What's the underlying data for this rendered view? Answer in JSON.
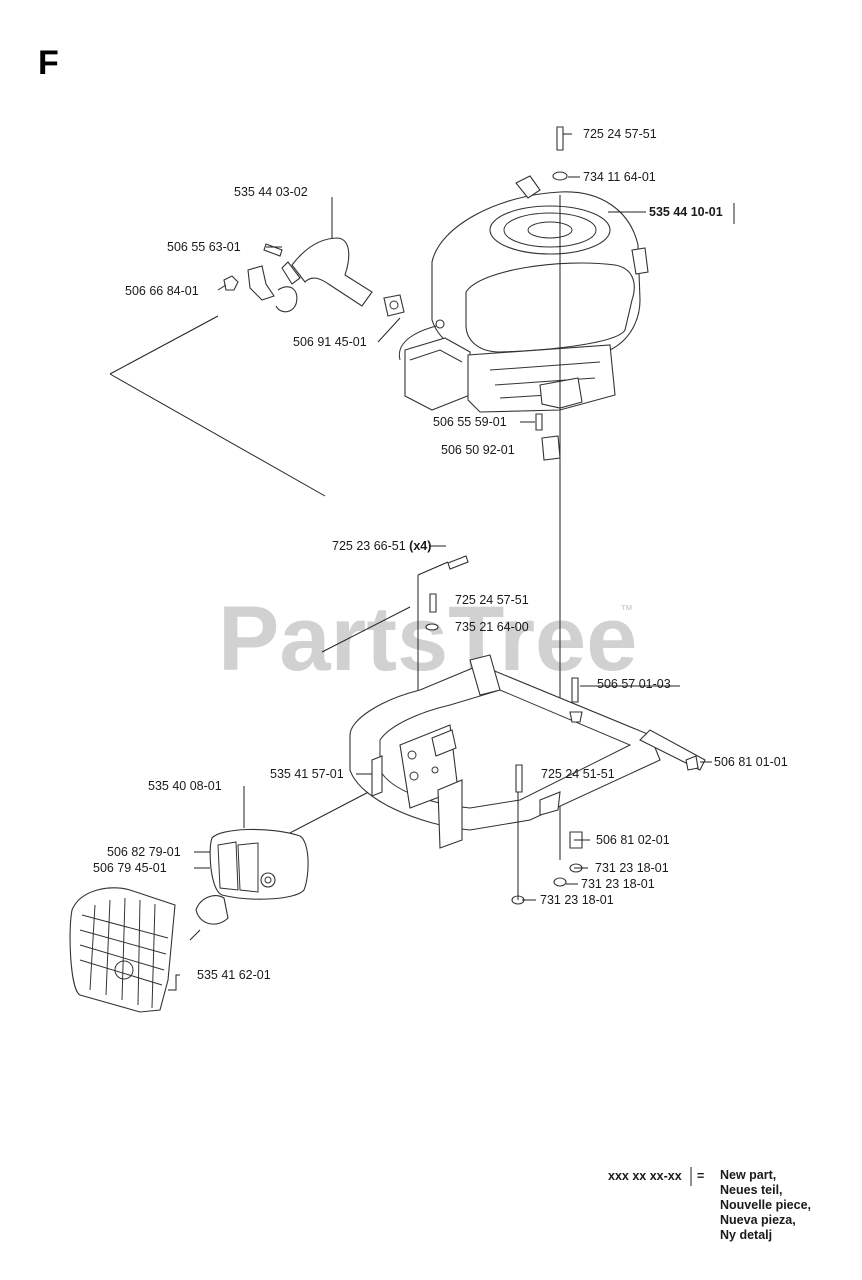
{
  "section_letter": "F",
  "watermark": "PartsTree",
  "watermark_tm": "™",
  "parts": [
    {
      "id": "p1",
      "label": "725 24 57-51",
      "bold": false
    },
    {
      "id": "p2",
      "label": "734 11 64-01",
      "bold": false
    },
    {
      "id": "p3",
      "label": "535 44 10-01",
      "bold": true,
      "new_part": true
    },
    {
      "id": "p4",
      "label": "535 44 03-02",
      "bold": false
    },
    {
      "id": "p5",
      "label": "506 55 63-01",
      "bold": false
    },
    {
      "id": "p6",
      "label": "506 66 84-01",
      "bold": false
    },
    {
      "id": "p7",
      "label": "506 91 45-01",
      "bold": false
    },
    {
      "id": "p8",
      "label": "506 55 59-01",
      "bold": false
    },
    {
      "id": "p9",
      "label": "506 50 92-01",
      "bold": false
    },
    {
      "id": "p10",
      "label": "725 23 66-51",
      "qty": "(x4)",
      "bold": false
    },
    {
      "id": "p11",
      "label": "725 24 57-51",
      "bold": false
    },
    {
      "id": "p12",
      "label": "735 21 64-00",
      "bold": false
    },
    {
      "id": "p13",
      "label": "506 57 01-03",
      "bold": false
    },
    {
      "id": "p14",
      "label": "506 81 01-01",
      "bold": false
    },
    {
      "id": "p15",
      "label": "535 41 57-01",
      "bold": false
    },
    {
      "id": "p16",
      "label": "725 24 51-51",
      "bold": false
    },
    {
      "id": "p17",
      "label": "535 40 08-01",
      "bold": false
    },
    {
      "id": "p18",
      "label": "506 81 02-01",
      "bold": false
    },
    {
      "id": "p19",
      "label": "506 82 79-01",
      "bold": false
    },
    {
      "id": "p20",
      "label": "506 79 45-01",
      "bold": false
    },
    {
      "id": "p21",
      "label": "731 23 18-01",
      "bold": false
    },
    {
      "id": "p22",
      "label": "731 23 18-01",
      "bold": false
    },
    {
      "id": "p23",
      "label": "731 23 18-01",
      "bold": false
    },
    {
      "id": "p24",
      "label": "535 41 62-01",
      "bold": false
    }
  ],
  "legend": {
    "code": "xxx xx xx-xx",
    "equals": "=",
    "lines": [
      "New part,",
      "Neues teil,",
      "Nouvelle piece,",
      "Nueva pieza,",
      "Ny detalj"
    ]
  },
  "colors": {
    "ink": "#1a1a1a",
    "watermark": "#c9c9c9",
    "background": "#ffffff"
  }
}
